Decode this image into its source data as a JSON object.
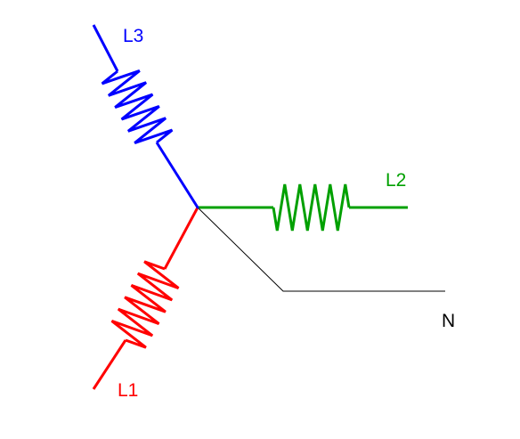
{
  "labels": {
    "l1": "L1",
    "l2": "L2",
    "l3": "L3",
    "n": "N"
  },
  "colors": {
    "l1": "#ff0000",
    "l2": "#00a000",
    "l3": "#0000ff",
    "n": "#000000"
  },
  "coils": {
    "l1": {
      "peaks": 6
    },
    "l2": {
      "peaks": 5
    },
    "l3": {
      "peaks": 6
    }
  }
}
